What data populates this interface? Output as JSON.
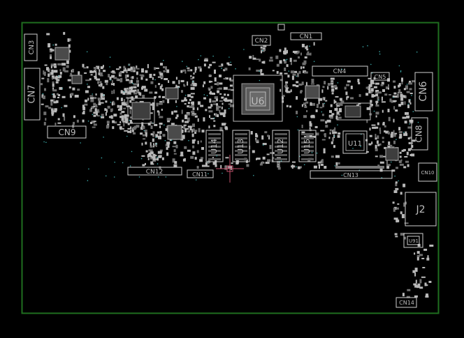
{
  "board": {
    "outline_color": "#1f6e1f",
    "background": "#000000",
    "silk_color": "#cfcfcf",
    "cursor_color": "#c0506a"
  },
  "components": {
    "CN1": "CN1",
    "CN2": "CN2",
    "CN3": "CN3",
    "CN4": "CN4",
    "CN5": "CN5",
    "CN6": "CN6",
    "CN7": "CN7",
    "CN8": "CN8",
    "CN9": "CN9",
    "CN10": "CN10",
    "CN11": "CN11",
    "CN12": "CN12",
    "CN13": "CN13",
    "CN14": "CN14",
    "U6": "U6",
    "U11": "U11",
    "U12": "U12",
    "U13": "U13",
    "U14": "U14",
    "U15": "U15",
    "U91": "U91",
    "J2": "J2"
  }
}
